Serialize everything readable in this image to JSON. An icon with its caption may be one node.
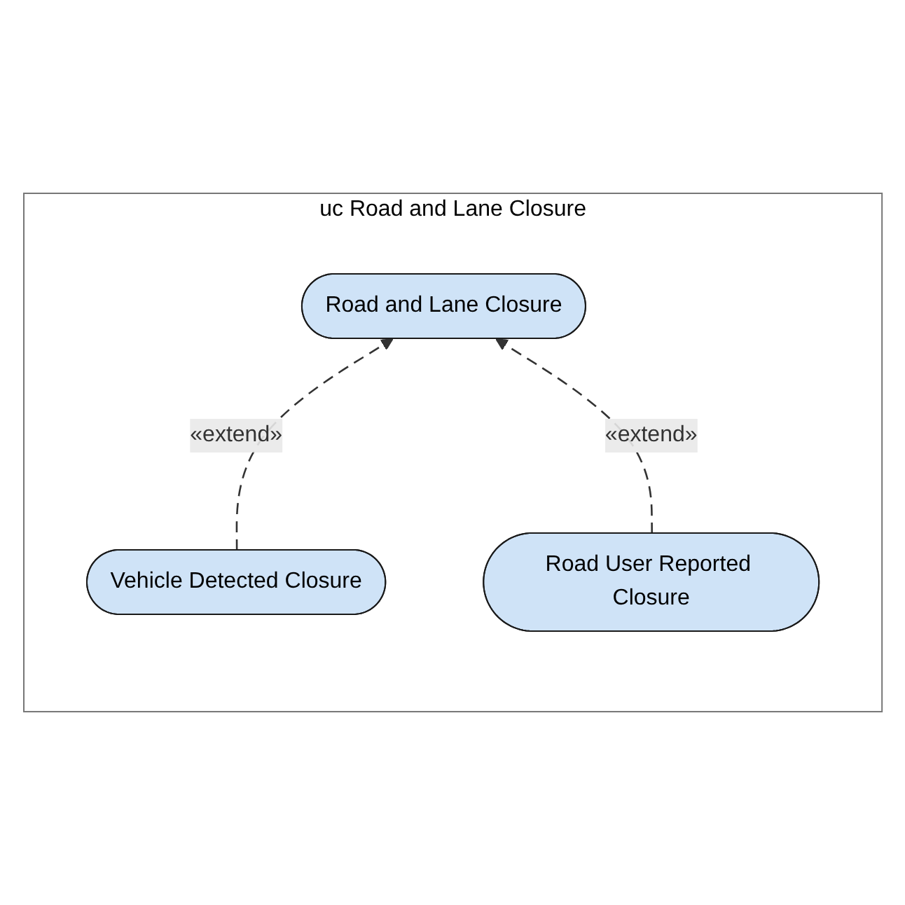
{
  "diagram": {
    "nodes": [
      {
        "text": [
          "uc Road and Lane Closure"
        ]
      },
      {
        "text": [
          "Road and Lane Closure"
        ],
        "in": 0
      },
      {
        "text": [
          "Vehicle Detected Closure"
        ],
        "in": 0
      },
      {
        "text": [
          "Road User Reported Closure"
        ],
        "in": 0
      }
    ],
    "edges": [
      {
        "from": 2,
        "to": 1,
        "arrow": "to",
        "style": "dashed",
        "label": "«extend»"
      },
      {
        "from": 3,
        "to": 1,
        "arrow": "to",
        "style": "dashed",
        "label": "«extend»"
      }
    ]
  }
}
